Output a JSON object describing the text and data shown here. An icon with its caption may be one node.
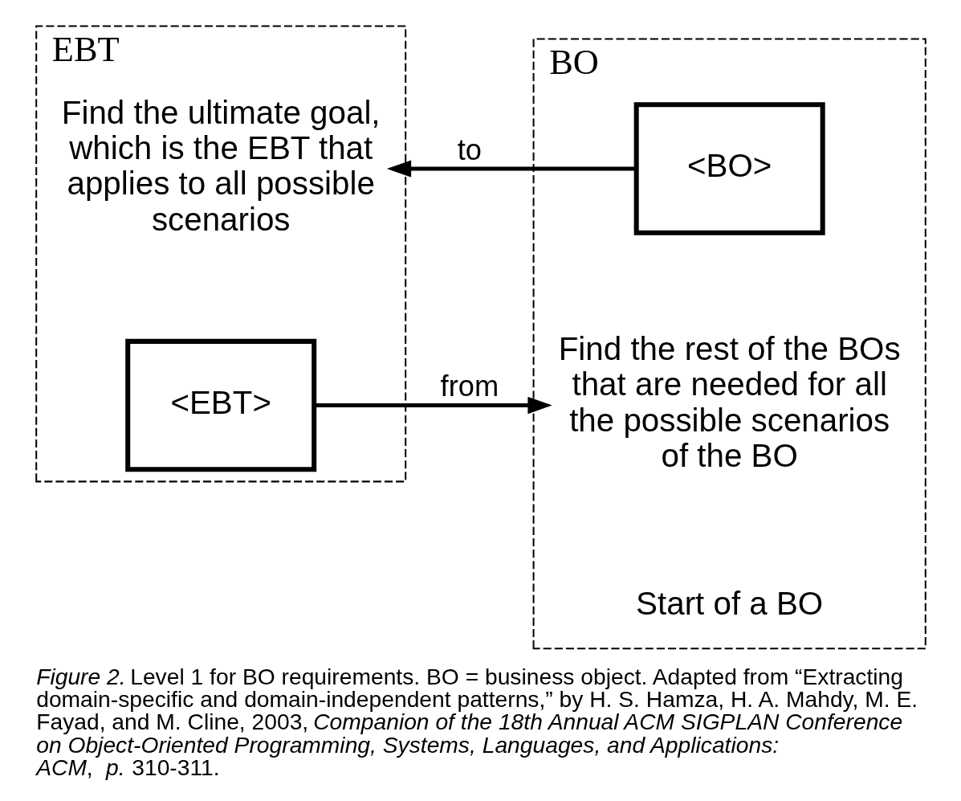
{
  "diagram": {
    "caption": "*Figure 2.* Level 1 for BO requirements. BO = business object. Adapted from “Extracting domain-specific and domain-independent patterns,” by H. S. Hamza, H. A. Mahdy, M. E. Fayad, and M. Cline, 2003, *Companion of the 18th Annual ACM SIGPLAN Conference on Object-Oriented Programming, Systems, Languages, and Applications: ACM*, *p.* 310-311.",
    "nodes": [
      {
        "text": [
          "EBT"
        ]
      },
      {
        "text": [
          "Find the ultimate goal, which is the EBT that applies to all possible scenarios"
        ],
        "in": 0
      },
      {
        "text": [
          "<EBT>"
        ],
        "in": 0
      },
      {
        "text": [
          "BO"
        ]
      },
      {
        "text": [
          "<BO>"
        ],
        "in": 3
      },
      {
        "text": [
          "Find the rest of the BOs that are needed for all the possible scenarios of the BO"
        ],
        "in": 3
      }
    ],
    "edges": [
      {
        "from": 4,
        "to": 1,
        "arrow": "to",
        "label": "to"
      },
      {
        "from": 2,
        "to": 5,
        "arrow": "to",
        "label": "from"
      }
    ],
    "labels": [
      "Start of a BO"
    ]
  }
}
